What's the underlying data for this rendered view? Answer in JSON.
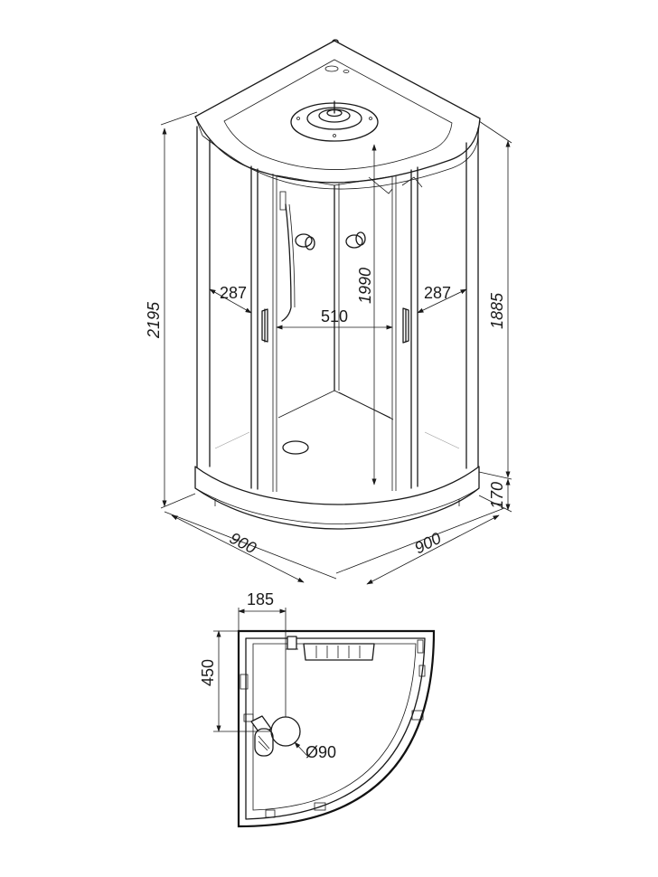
{
  "diagram": {
    "perspective_view": {
      "dimensions": {
        "total_height": "2195",
        "cabin_height": "1885",
        "tray_height": "170",
        "door_height": "1990",
        "entrance_width": "510",
        "side_panel_left": "287",
        "side_panel_right": "287",
        "depth_left": "900",
        "depth_right": "900"
      }
    },
    "plan_view": {
      "dimensions": {
        "drain_offset_x": "185",
        "drain_offset_y": "450",
        "drain_diameter": "Ø90"
      }
    }
  }
}
